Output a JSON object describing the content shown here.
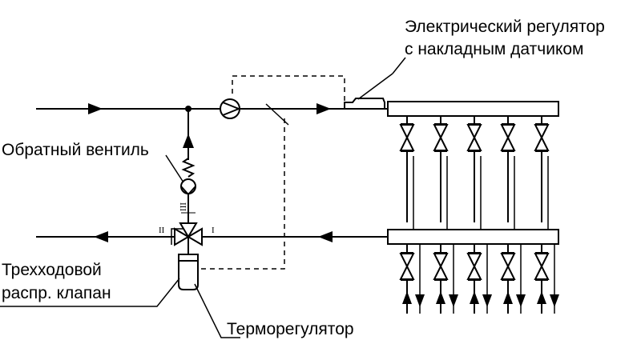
{
  "labels": {
    "regulator_line1": "Электрический регулятор",
    "regulator_line2": "с накладным датчиком",
    "check_valve": "Обратный вентиль",
    "three_way_line1": "Трехходовой",
    "three_way_line2": "распр. клапан",
    "thermoregulator": "Терморегулятор"
  },
  "ports": {
    "port_I": "I",
    "port_II": "II",
    "port_III": "III"
  },
  "manifolds": {
    "supply_valve_count": 5,
    "return_valve_count": 5,
    "return_outlet_count": 5
  },
  "colors": {
    "stroke": "#000000",
    "background": "#ffffff"
  }
}
